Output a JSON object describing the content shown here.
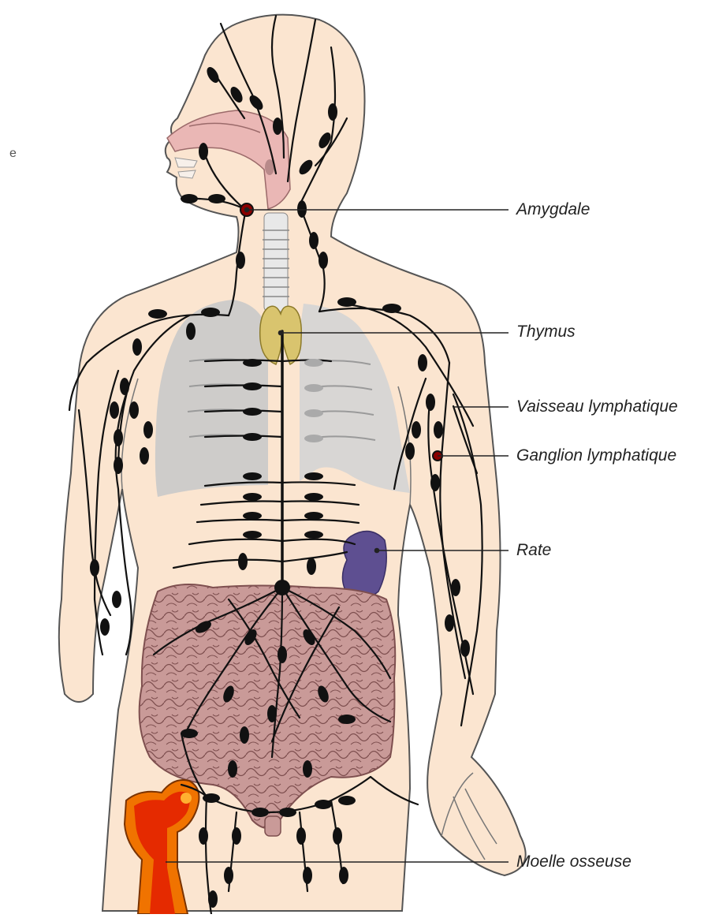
{
  "diagram": {
    "stray_glyph": "e",
    "labels": {
      "amygdale": "Amygdale",
      "thymus": "Thymus",
      "vaisseau": "Vaisseau lymphatique",
      "ganglion": "Ganglion lymphatique",
      "rate": "Rate",
      "moelle": "Moelle osseuse"
    },
    "colors": {
      "skin": "#fbe5d0",
      "outline": "#1a1a1a",
      "lungs": "#c9c9c9",
      "thymus": "#d9c46e",
      "spleen": "#5e4f91",
      "intestine": "#c99a98",
      "mouth": "#eab7b5",
      "bone": "#f07300",
      "marrow": "#e52a00",
      "node": "#111111",
      "node_highlight": "#8b0000"
    }
  }
}
